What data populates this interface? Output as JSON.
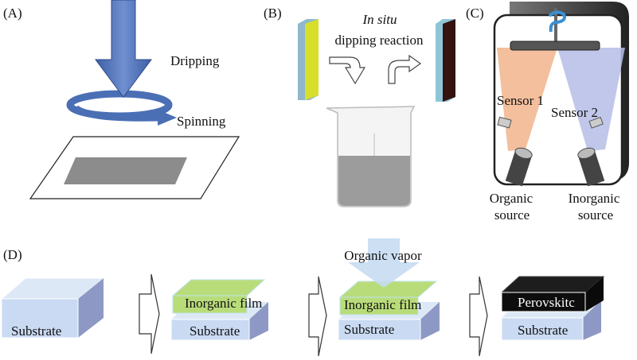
{
  "panels": {
    "a": {
      "label": "(A)",
      "dripping": "Dripping",
      "spinning": "Spinning"
    },
    "b": {
      "label": "(B)",
      "title_italic": "In situ",
      "title": "dipping reaction"
    },
    "c": {
      "label": "(C)",
      "sensor1": "Sensor 1",
      "sensor2": "Sensor 2",
      "organic": "Organic",
      "organic_source": "source",
      "inorganic": "Inorganic",
      "inorganic_source": "source"
    },
    "d": {
      "label": "(D)",
      "organic_vapor": "Organic vapor",
      "substrate": "Substrate",
      "inorganic_film": "Inorganic film",
      "perovskite": "Perovskitc"
    }
  },
  "colors": {
    "arrow_blue": "#4a6fb5",
    "substrate": "#c9daf2",
    "film": "#b9dc7a",
    "perovskite": "#0d0d0d",
    "organic_cone": "#f1b48c",
    "inorganic_cone": "#b6bde6"
  }
}
